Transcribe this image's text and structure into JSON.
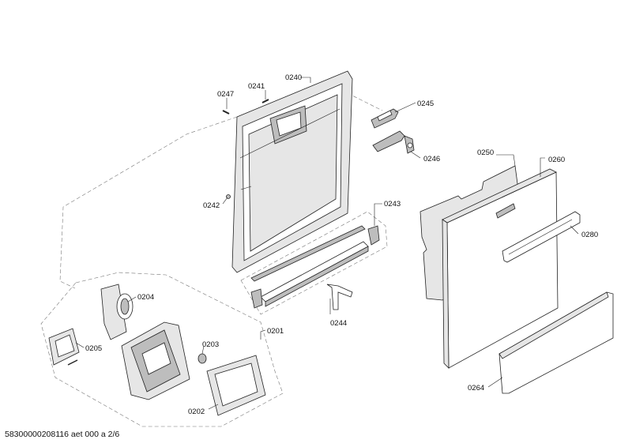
{
  "labels": {
    "p0240": "0240",
    "p0241": "0241",
    "p0247": "0247",
    "p0245": "0245",
    "p0246": "0246",
    "p0242": "0242",
    "p0243": "0243",
    "p0244": "0244",
    "p0250": "0250",
    "p0260": "0260",
    "p0280": "0280",
    "p0264": "0264",
    "p0204": "0204",
    "p0205": "0205",
    "p0201": "0201",
    "p0203": "0203",
    "p0202": "0202"
  },
  "footer": "58300000208116 aet 000 a 2/6"
}
